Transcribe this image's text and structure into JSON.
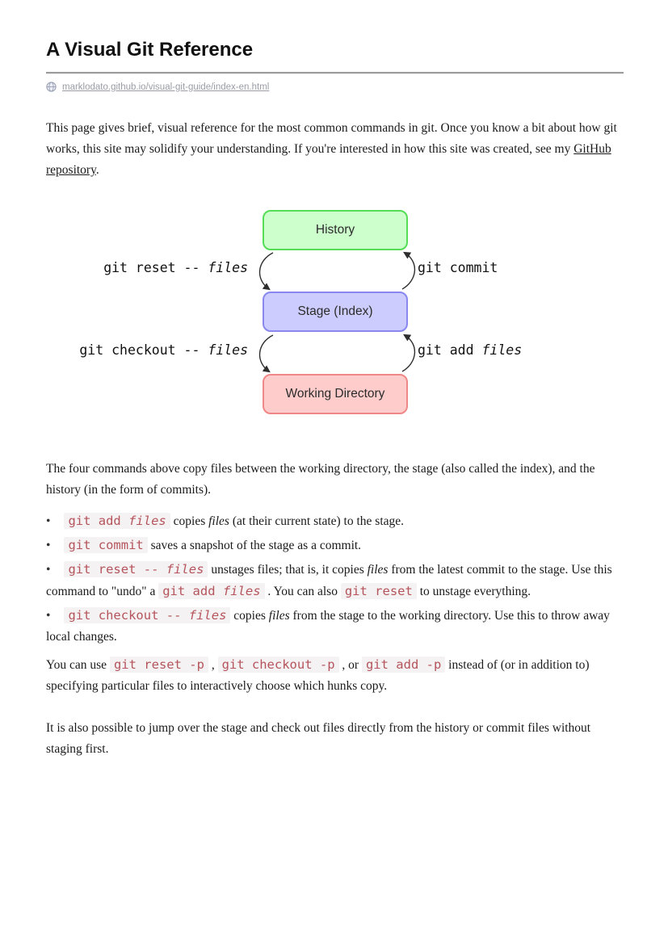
{
  "header": {
    "title": "A Visual Git Reference",
    "source": {
      "icon": "globe-icon",
      "url_text": "marklodato.github.io/visual-git-guide/index-en.html"
    }
  },
  "intro": {
    "segments": [
      {
        "t": "text",
        "v": "This page gives brief, visual reference for the most common commands in git. Once you know a bit about how git works, this site may solidify your understanding. If you're interested in how this site was created, see my "
      },
      {
        "t": "link",
        "v": "GitHub repository",
        "name": "github-repository-link"
      },
      {
        "t": "text",
        "v": "."
      }
    ]
  },
  "diagram": {
    "boxes": [
      {
        "label": "History",
        "fill": "#ccffcc",
        "border": "#55dd55"
      },
      {
        "label": "Stage (Index)",
        "fill": "#ccccfe",
        "border": "#8888ee"
      },
      {
        "label": "Working Directory",
        "fill": "#ffcccc",
        "border": "#ee8888"
      }
    ],
    "labels": [
      {
        "code": "git reset -- ",
        "italic": "files"
      },
      {
        "code": "git commit",
        "italic": ""
      },
      {
        "code": "git checkout -- ",
        "italic": "files"
      },
      {
        "code": "git add ",
        "italic": "files"
      }
    ]
  },
  "paragraphs": {
    "four_commands": {
      "segments": [
        {
          "t": "text",
          "v": "The four commands above copy files between the working directory, the stage (also called the index), and the history (in the form of commits)."
        }
      ]
    },
    "hunks": {
      "segments": [
        {
          "t": "text",
          "v": "You can use "
        },
        {
          "t": "code",
          "v": "git reset -p"
        },
        {
          "t": "text",
          "v": " , "
        },
        {
          "t": "code",
          "v": "git checkout -p"
        },
        {
          "t": "text",
          "v": " , or "
        },
        {
          "t": "code",
          "v": "git add -p"
        },
        {
          "t": "text",
          "v": " instead of (or in addition to) specifying particular files to interactively choose which hunks copy."
        }
      ]
    },
    "jump_over": {
      "segments": [
        {
          "t": "text",
          "v": "It is also possible to jump over the stage and check out files directly from the history or commit files without staging first."
        }
      ]
    }
  },
  "bullets": {
    "marker": "•",
    "items": [
      {
        "segments": [
          {
            "t": "code",
            "v": "git add ",
            "iv": "files"
          },
          {
            "t": "text",
            "v": " copies "
          },
          {
            "t": "i",
            "v": "files"
          },
          {
            "t": "text",
            "v": " (at their current state) to the stage."
          }
        ]
      },
      {
        "segments": [
          {
            "t": "code",
            "v": "git commit"
          },
          {
            "t": "text",
            "v": " saves a snapshot of the stage as a commit."
          }
        ]
      },
      {
        "segments": [
          {
            "t": "code",
            "v": "git reset -- ",
            "iv": "files"
          },
          {
            "t": "text",
            "v": " unstages files; that is, it copies "
          },
          {
            "t": "i",
            "v": "files"
          },
          {
            "t": "text",
            "v": " from the latest commit to the stage. Use this command to \"undo\" a "
          },
          {
            "t": "code",
            "v": "git add ",
            "iv": "files"
          },
          {
            "t": "text",
            "v": " . You can also "
          },
          {
            "t": "code",
            "v": "git reset"
          },
          {
            "t": "text",
            "v": " to unstage everything."
          }
        ]
      },
      {
        "segments": [
          {
            "t": "code",
            "v": "git checkout -- ",
            "iv": "files"
          },
          {
            "t": "text",
            "v": " copies "
          },
          {
            "t": "i",
            "v": "files"
          },
          {
            "t": "text",
            "v": " from the stage to the working directory. Use this to throw away local changes."
          }
        ]
      }
    ]
  },
  "colors": {
    "body-text": "#1a1a1a",
    "code-text": "#b5545c",
    "code-bg": "#f4f2f2",
    "source-link": "#9b9ca6",
    "hr": "#9c9c9c",
    "arrow": "#2e2e2e"
  }
}
